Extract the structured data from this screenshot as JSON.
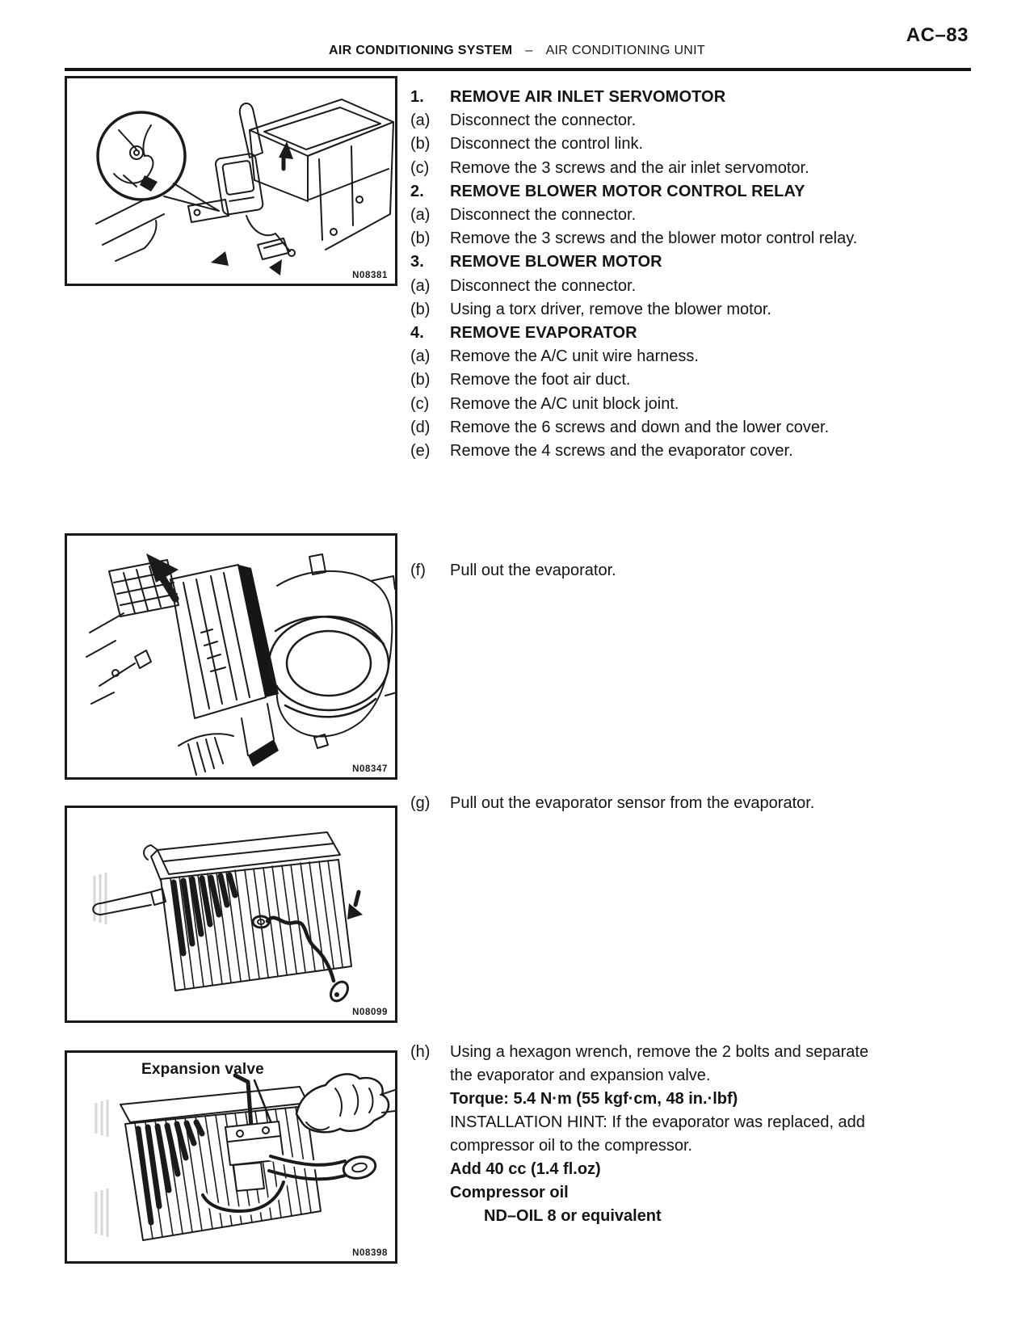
{
  "page": {
    "code": "AC–83",
    "section": "AIR CONDITIONING SYSTEM",
    "separator": "–",
    "subsection": "AIR CONDITIONING UNIT"
  },
  "figures": [
    {
      "code": "N08381",
      "label": ""
    },
    {
      "code": "N08347",
      "label": ""
    },
    {
      "code": "N08099",
      "label": ""
    },
    {
      "code": "N08398",
      "label": "Expansion valve"
    }
  ],
  "blocks": [
    {
      "rows": [
        {
          "prefix": "1.",
          "text": "REMOVE AIR INLET SERVOMOTOR",
          "style": "head"
        },
        {
          "prefix": "(a)",
          "text": "Disconnect the connector."
        },
        {
          "prefix": "(b)",
          "text": "Disconnect the control link."
        },
        {
          "prefix": "(c)",
          "text": "Remove the 3 screws and the air inlet servomotor."
        },
        {
          "prefix": "2.",
          "text": "REMOVE BLOWER MOTOR CONTROL RELAY",
          "style": "head"
        },
        {
          "prefix": "(a)",
          "text": "Disconnect the connector."
        },
        {
          "prefix": "(b)",
          "text": "Remove the 3 screws and the blower motor control relay."
        },
        {
          "prefix": "3.",
          "text": "REMOVE BLOWER MOTOR",
          "style": "head"
        },
        {
          "prefix": "(a)",
          "text": "Disconnect the connector."
        },
        {
          "prefix": "(b)",
          "text": "Using a torx driver, remove the blower motor."
        },
        {
          "prefix": "4.",
          "text": "REMOVE EVAPORATOR",
          "style": "head"
        },
        {
          "prefix": "(a)",
          "text": "Remove the A/C unit wire harness."
        },
        {
          "prefix": "(b)",
          "text": "Remove the foot air duct."
        },
        {
          "prefix": "(c)",
          "text": "Remove the A/C unit block joint."
        },
        {
          "prefix": "(d)",
          "text": "Remove the 6 screws and down and the lower cover."
        },
        {
          "prefix": "(e)",
          "text": "Remove the 4 screws and the evaporator cover."
        }
      ]
    },
    {
      "rows": [
        {
          "prefix": "(f)",
          "text": "Pull out the evaporator."
        }
      ]
    },
    {
      "rows": [
        {
          "prefix": "(g)",
          "text": "Pull out the evaporator sensor from the evaporator."
        }
      ]
    },
    {
      "rows": [
        {
          "prefix": "(h)",
          "text": "Using a hexagon wrench, remove the 2 bolts and separate"
        },
        {
          "prefix": "",
          "text": "the evaporator and expansion valve."
        },
        {
          "prefix": "",
          "text": "Torque: 5.4 N·m (55 kgf·cm, 48 in.·lbf)",
          "style": "bold"
        },
        {
          "prefix": "",
          "text": "INSTALLATION HINT: If the evaporator was replaced, add"
        },
        {
          "prefix": "",
          "text": "compressor oil to the compressor."
        },
        {
          "prefix": "",
          "text": "Add 40 cc (1.4 fl.oz)",
          "style": "bold"
        },
        {
          "prefix": "",
          "text": "Compressor oil",
          "style": "bold"
        },
        {
          "prefix": "",
          "text": "ND–OIL 8 or equivalent",
          "style": "bold-indent"
        }
      ]
    }
  ]
}
